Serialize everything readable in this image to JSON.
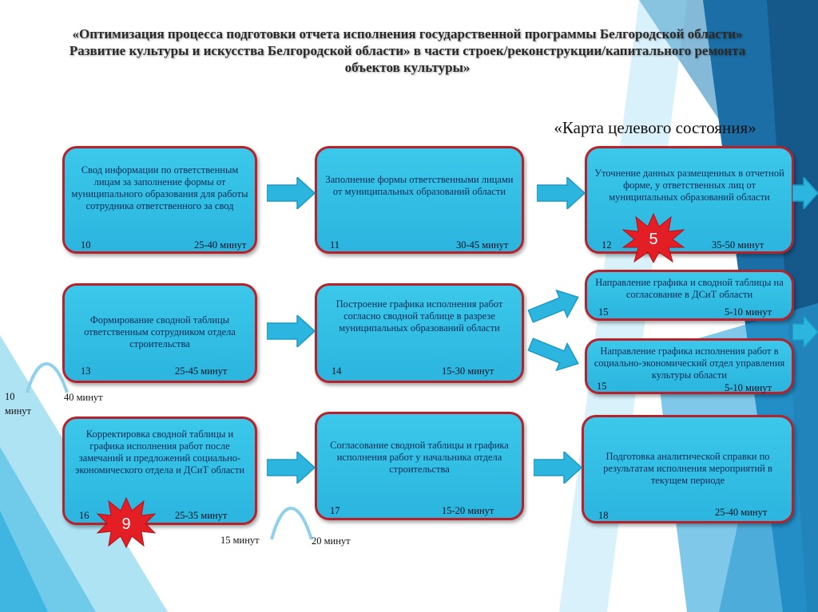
{
  "title": "«Оптимизация процесса подготовки отчета исполнения государственной программы Белгородской области» Развитие культуры и искусства Белгородской области» в части строек/реконструкции/капитального ремонта объектов культуры»",
  "subtitle": "«Карта целевого состояния»",
  "steps": [
    {
      "text": "Свод информации по ответственным лицам за заполнение формы от муниципального образования для работы сотрудника ответственного за свод",
      "num": "10",
      "time": "25-40 минут"
    },
    {
      "text": "Заполнение формы ответственными лицами от муниципальных образований области",
      "num": "11",
      "time": "30-45 минут"
    },
    {
      "text": "Уточнение данных размещенных в отчетной форме, у ответственных лиц от муниципальных образований области",
      "num": "12",
      "time": "35-50 минут"
    },
    {
      "text": "Формирование сводной таблицы ответственным сотрудником отдела строительства",
      "num": "13",
      "time": "25-45 минут"
    },
    {
      "text": "Построение графика исполнения работ согласно сводной таблице в разрезе муниципальных образований области",
      "num": "14",
      "time": "15-30 минут"
    },
    {
      "text": "Направление графика и сводной таблицы на согласование в ДСиТ области",
      "num": "15",
      "time": "5-10 минут"
    },
    {
      "text": "Направление графика исполнения работ в социально-экономический отдел управления культуры области",
      "num": "15",
      "time": "5-10 минут"
    },
    {
      "text": "Корректировка сводной таблицы и графика исполнения работ после замечаний и предложений социально-экономического отдела и ДСиТ области",
      "num": "16",
      "time": "25-35 минут"
    },
    {
      "text": "Согласование сводной таблицы и графика исполнения работ у начальника отдела строительства",
      "num": "17",
      "time": "15-20 минут"
    },
    {
      "text": "Подготовка аналитической справки по результатам исполнения мероприятий в текущем периоде",
      "num": "18",
      "time": "25-40 минут"
    }
  ],
  "bursts": [
    "5",
    "9"
  ],
  "curves": {
    "left": {
      "from": "10",
      "from_unit": "минут",
      "to": "40 минут"
    },
    "bottom": {
      "from": "15 минут",
      "to": "20 минут"
    }
  },
  "colors": {
    "box_fill": "#2bb5df",
    "box_border": "#b8202a",
    "arrow": "#2bb5df",
    "burst": "#e31e24"
  }
}
